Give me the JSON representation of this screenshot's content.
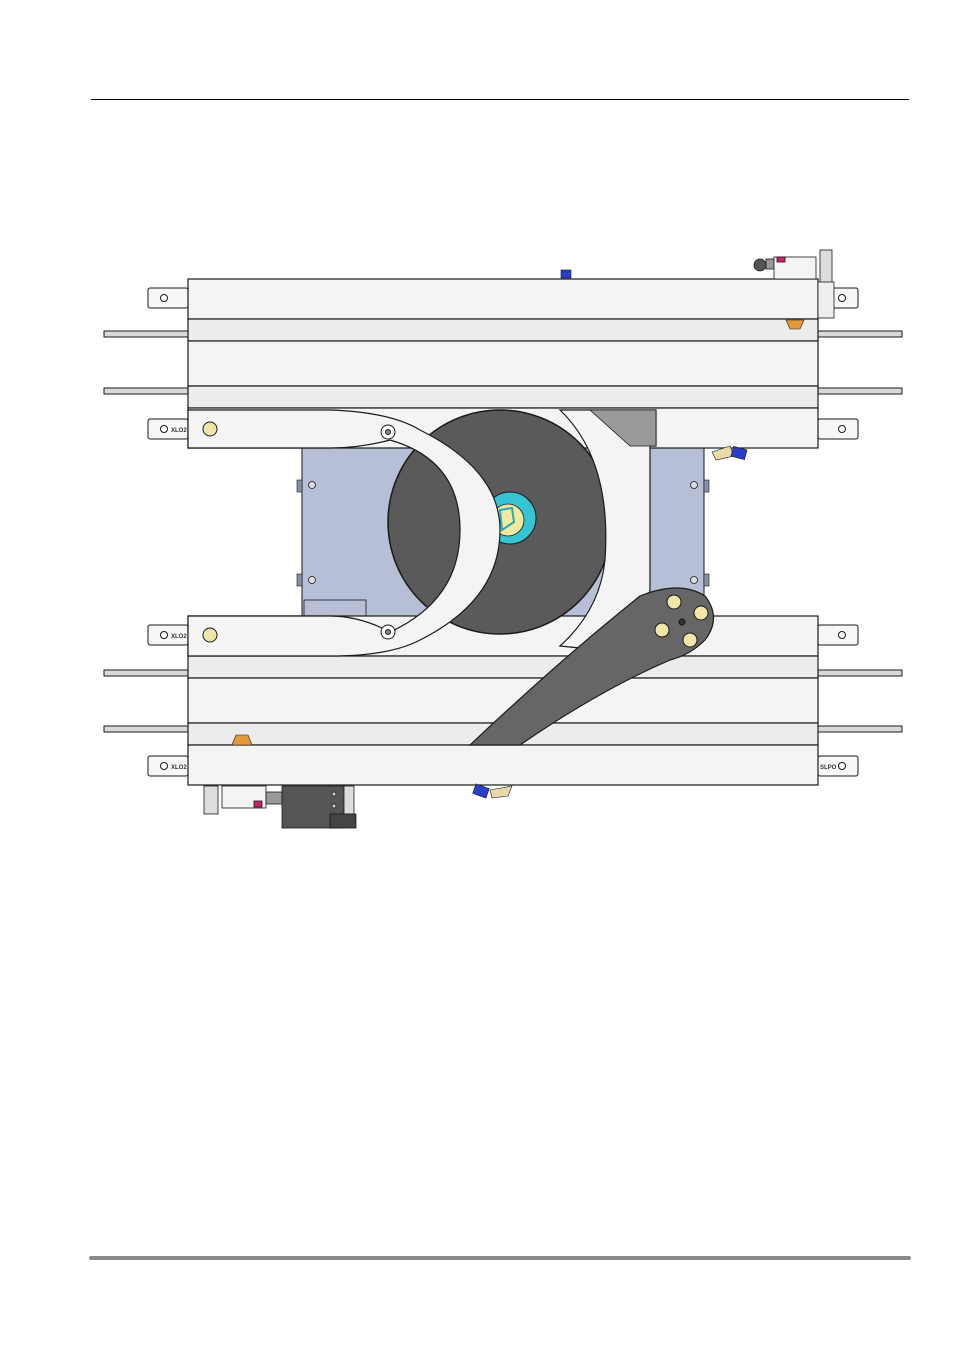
{
  "page": {
    "header_rule": true,
    "footer_rule": true
  },
  "drawing": {
    "subject": "conveyor-mechanism-top-view",
    "colors": {
      "frame": "#f4f4f4",
      "outline": "#1a1a1a",
      "plate": "#b7bfd6",
      "disc": "#5a5a5a",
      "arm": "#666666",
      "hub_cyan": "#36c4d2",
      "hub_yellow": "#f2e9a0",
      "fitting_blue": "#2a3fc9",
      "pad_orange": "#e39a3c",
      "bolt_yellow": "#f1e6a8",
      "valve_red": "#d0206a"
    },
    "rail_tags": {
      "left": [
        "XLO2",
        "XLO2",
        "XLO2"
      ],
      "right": [
        "SLPO"
      ]
    }
  }
}
